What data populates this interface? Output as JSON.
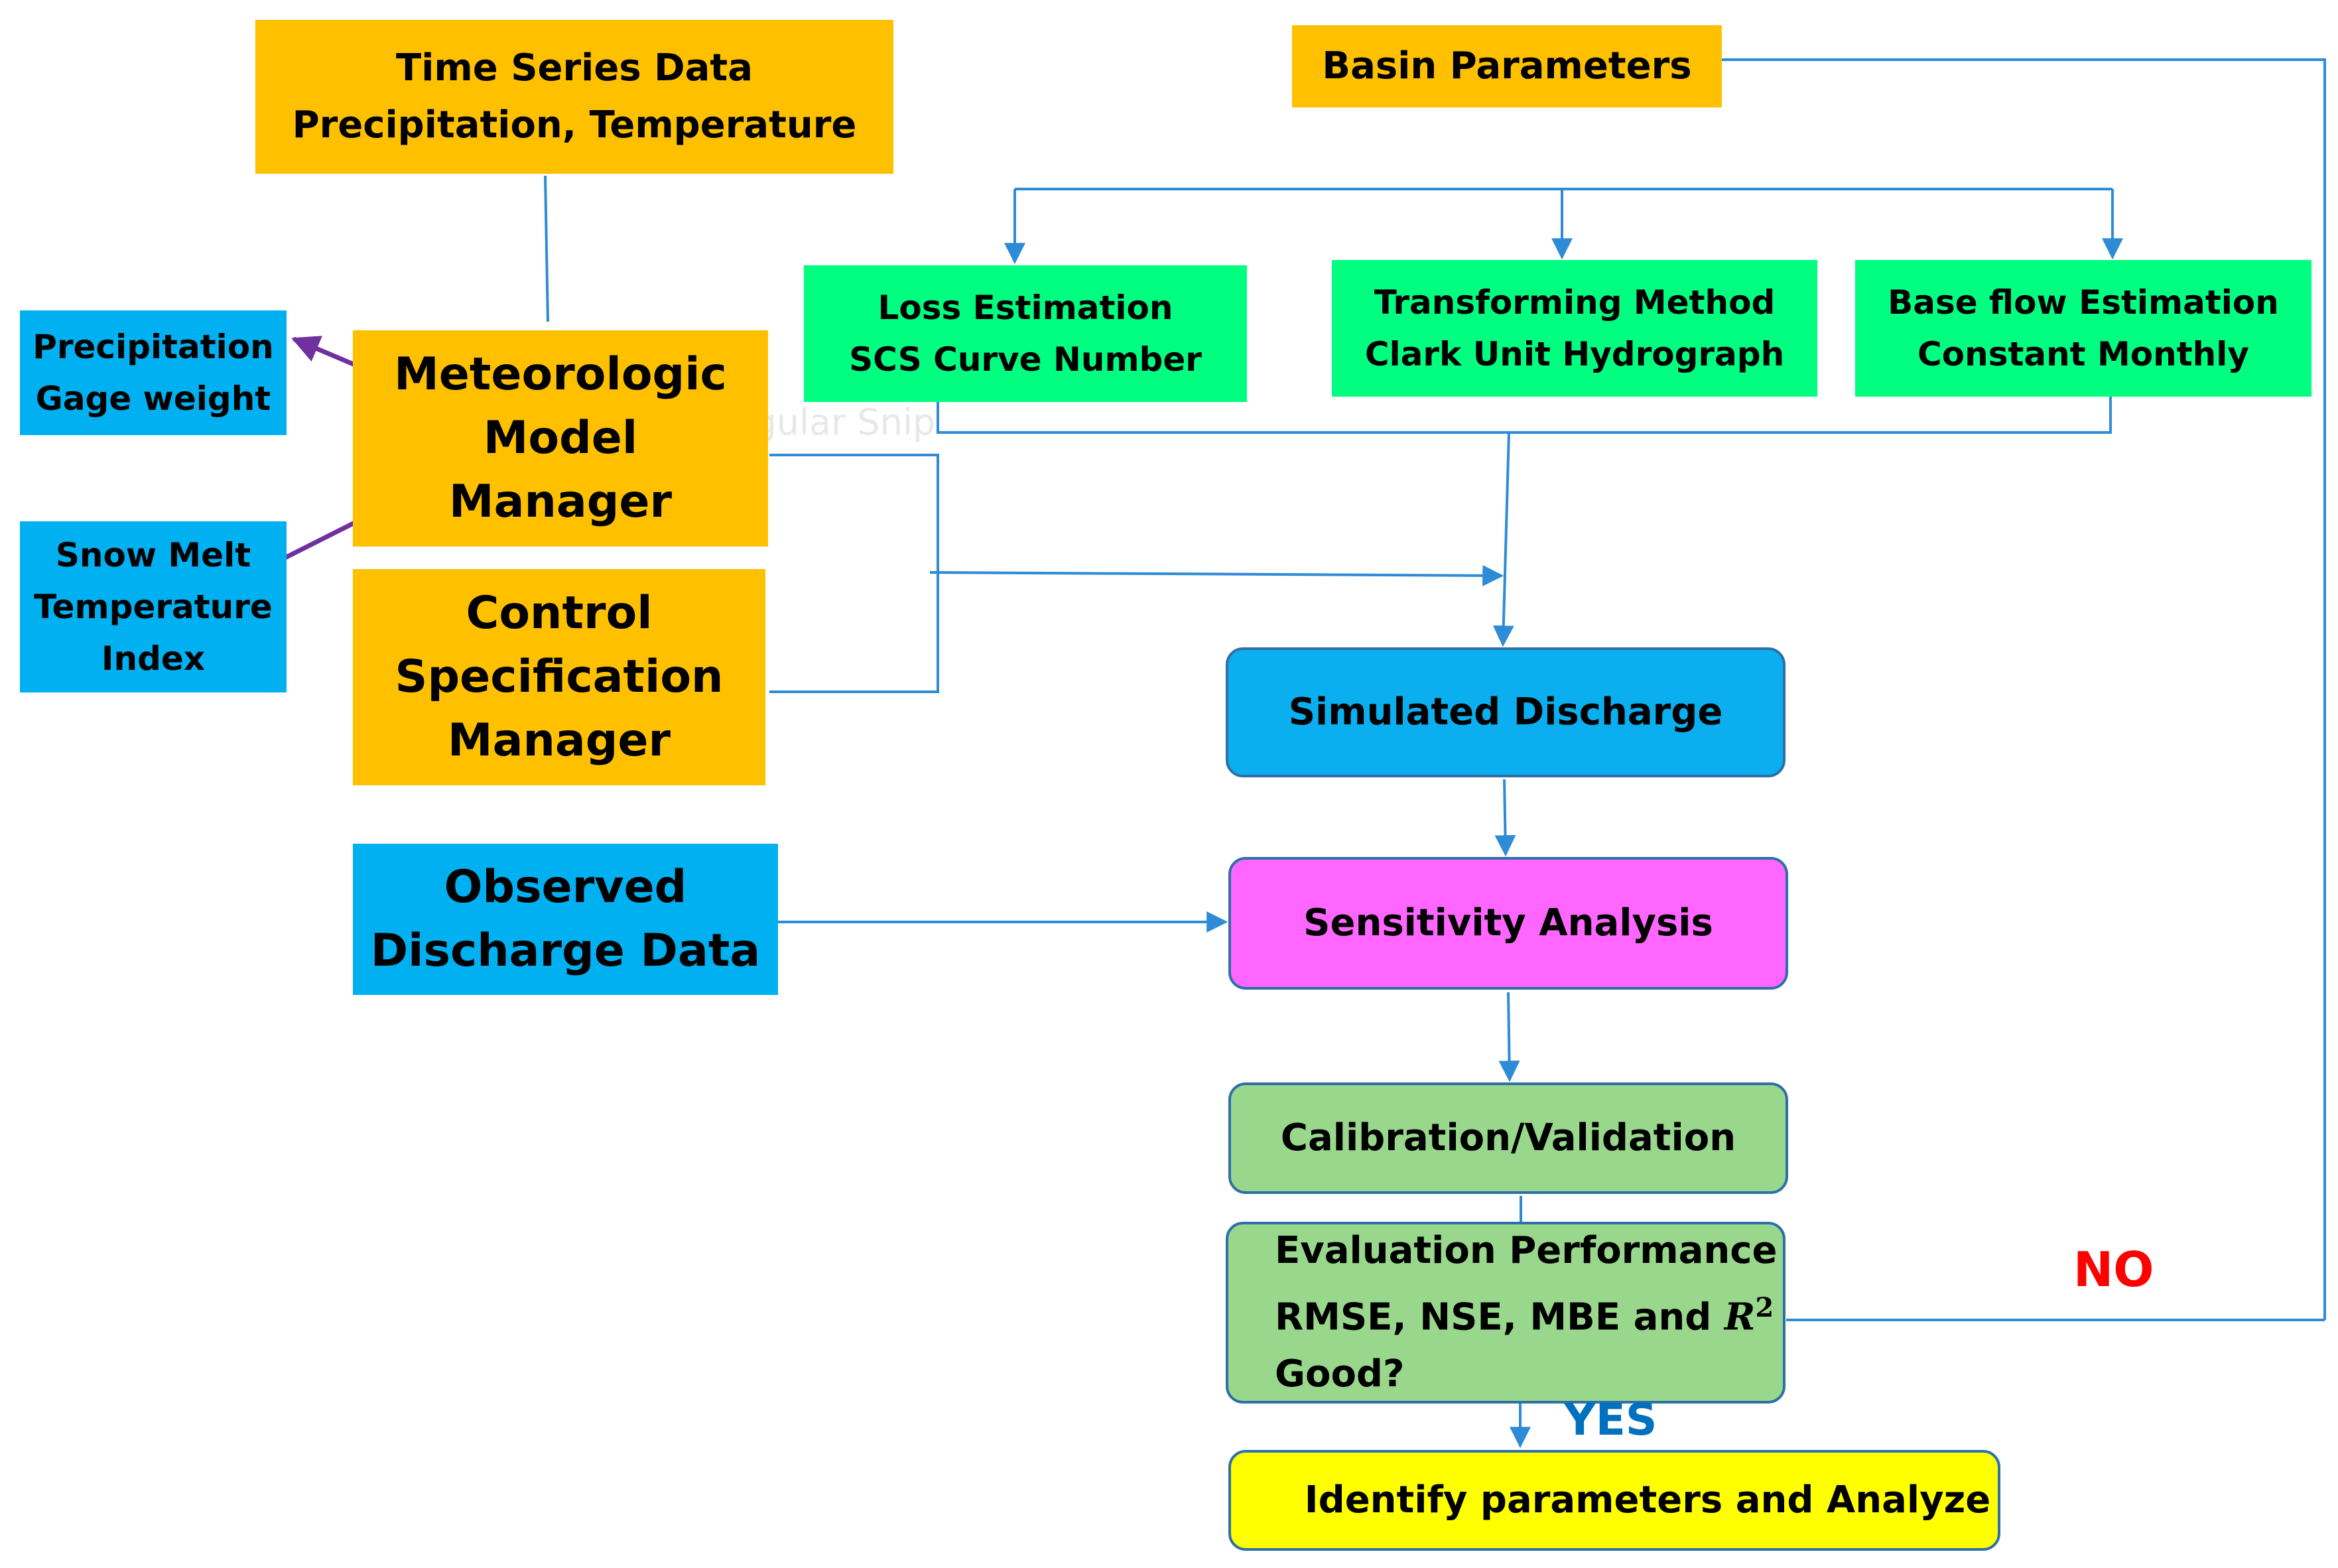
{
  "colors": {
    "orange": "#FFC000",
    "green_input": "#00FF80",
    "blue": "#00B0F0",
    "sim_blue": "#0BAFEF",
    "magenta": "#FF66FF",
    "green_result": "#99D88C",
    "yellow": "#FFFF00",
    "line_blue": "#2E8BD6",
    "arrow_purple": "#7030A0",
    "no_red": "#FF0000",
    "yes_blue": "#0070C0"
  },
  "nodes": {
    "time_series": {
      "line1": "Time Series Data",
      "line2": "Precipitation, Temperature"
    },
    "basin_parameters": {
      "label": "Basin Parameters"
    },
    "loss_estimation": {
      "line1": "Loss Estimation",
      "line2": "SCS Curve Number"
    },
    "transforming_method": {
      "line1": "Transforming Method",
      "line2": "Clark Unit Hydrograph"
    },
    "base_flow": {
      "line1": "Base flow Estimation",
      "line2": "Constant Monthly"
    },
    "precip_gage": {
      "line1": "Precipitation",
      "line2": "Gage weight"
    },
    "snow_melt": {
      "line1": "Snow Melt",
      "line2": "Temperature",
      "line3": "Index"
    },
    "met_model": {
      "line1": "Meteorologic",
      "line2": "Model",
      "line3": "Manager"
    },
    "control_spec": {
      "line1": "Control",
      "line2": "Specification",
      "line3": "Manager"
    },
    "simulated_discharge": {
      "label": "Simulated Discharge"
    },
    "observed_discharge": {
      "line1": "Observed",
      "line2": "Discharge Data"
    },
    "sensitivity": {
      "label": "Sensitivity Analysis"
    },
    "calibration": {
      "label": "Calibration/Validation"
    },
    "evaluation": {
      "line1": "Evaluation Performance",
      "line2_prefix": "RMSE, NSE, MBE and ",
      "line2_var": "R",
      "line2_sup": "2",
      "line3": "Good?"
    },
    "identify": {
      "label": "Identify parameters and Analyze"
    }
  },
  "labels": {
    "no": "NO",
    "yes": "YES",
    "ghost": "Rectangular Snip"
  }
}
